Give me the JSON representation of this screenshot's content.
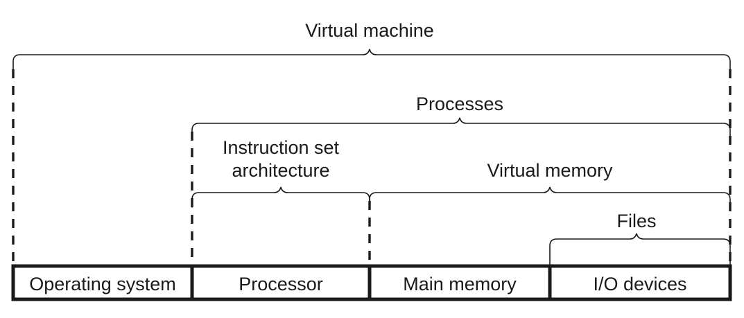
{
  "diagram": {
    "title": "Virtual machine layering diagram",
    "stroke_color": "#1a1a1a",
    "background": "#ffffff",
    "braces": [
      {
        "id": "virtual-machine",
        "label": "Virtual machine",
        "tier": 1,
        "spans_boxes": [
          "Operating system",
          "Processor",
          "Main memory",
          "I/O devices"
        ]
      },
      {
        "id": "processes",
        "label": "Processes",
        "tier": 2,
        "spans_boxes": [
          "Processor",
          "Main memory",
          "I/O devices"
        ]
      },
      {
        "id": "instruction-set-architecture",
        "label": "Instruction set\narchitecture",
        "label_line1": "Instruction set",
        "label_line2": "architecture",
        "tier": 3,
        "spans_boxes": [
          "Processor"
        ]
      },
      {
        "id": "virtual-memory",
        "label": "Virtual memory",
        "tier": 3,
        "spans_boxes": [
          "Main memory",
          "I/O devices"
        ]
      },
      {
        "id": "files",
        "label": "Files",
        "tier": 4,
        "spans_boxes": [
          "I/O devices"
        ]
      }
    ],
    "boxes": [
      {
        "id": "operating-system",
        "label": "Operating system"
      },
      {
        "id": "processor",
        "label": "Processor"
      },
      {
        "id": "main-memory",
        "label": "Main memory"
      },
      {
        "id": "io-devices",
        "label": "I/O devices"
      }
    ]
  }
}
